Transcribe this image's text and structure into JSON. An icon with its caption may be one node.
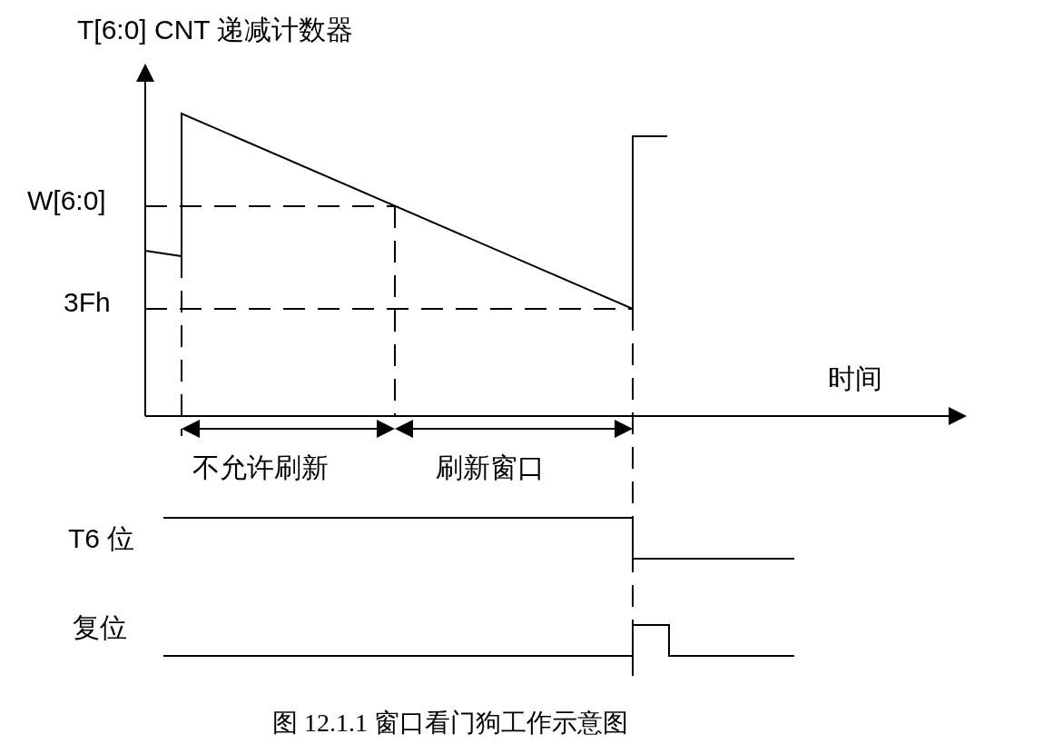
{
  "diagram": {
    "caption": "图 12.1.1 窗口看门狗工作示意图",
    "labels": [
      "T[6:0] CNT 递减计数器",
      "W[6:0]",
      "3Fh",
      "时间",
      "不允许刷新",
      "刷新窗口",
      "T6 位",
      "复位"
    ]
  }
}
